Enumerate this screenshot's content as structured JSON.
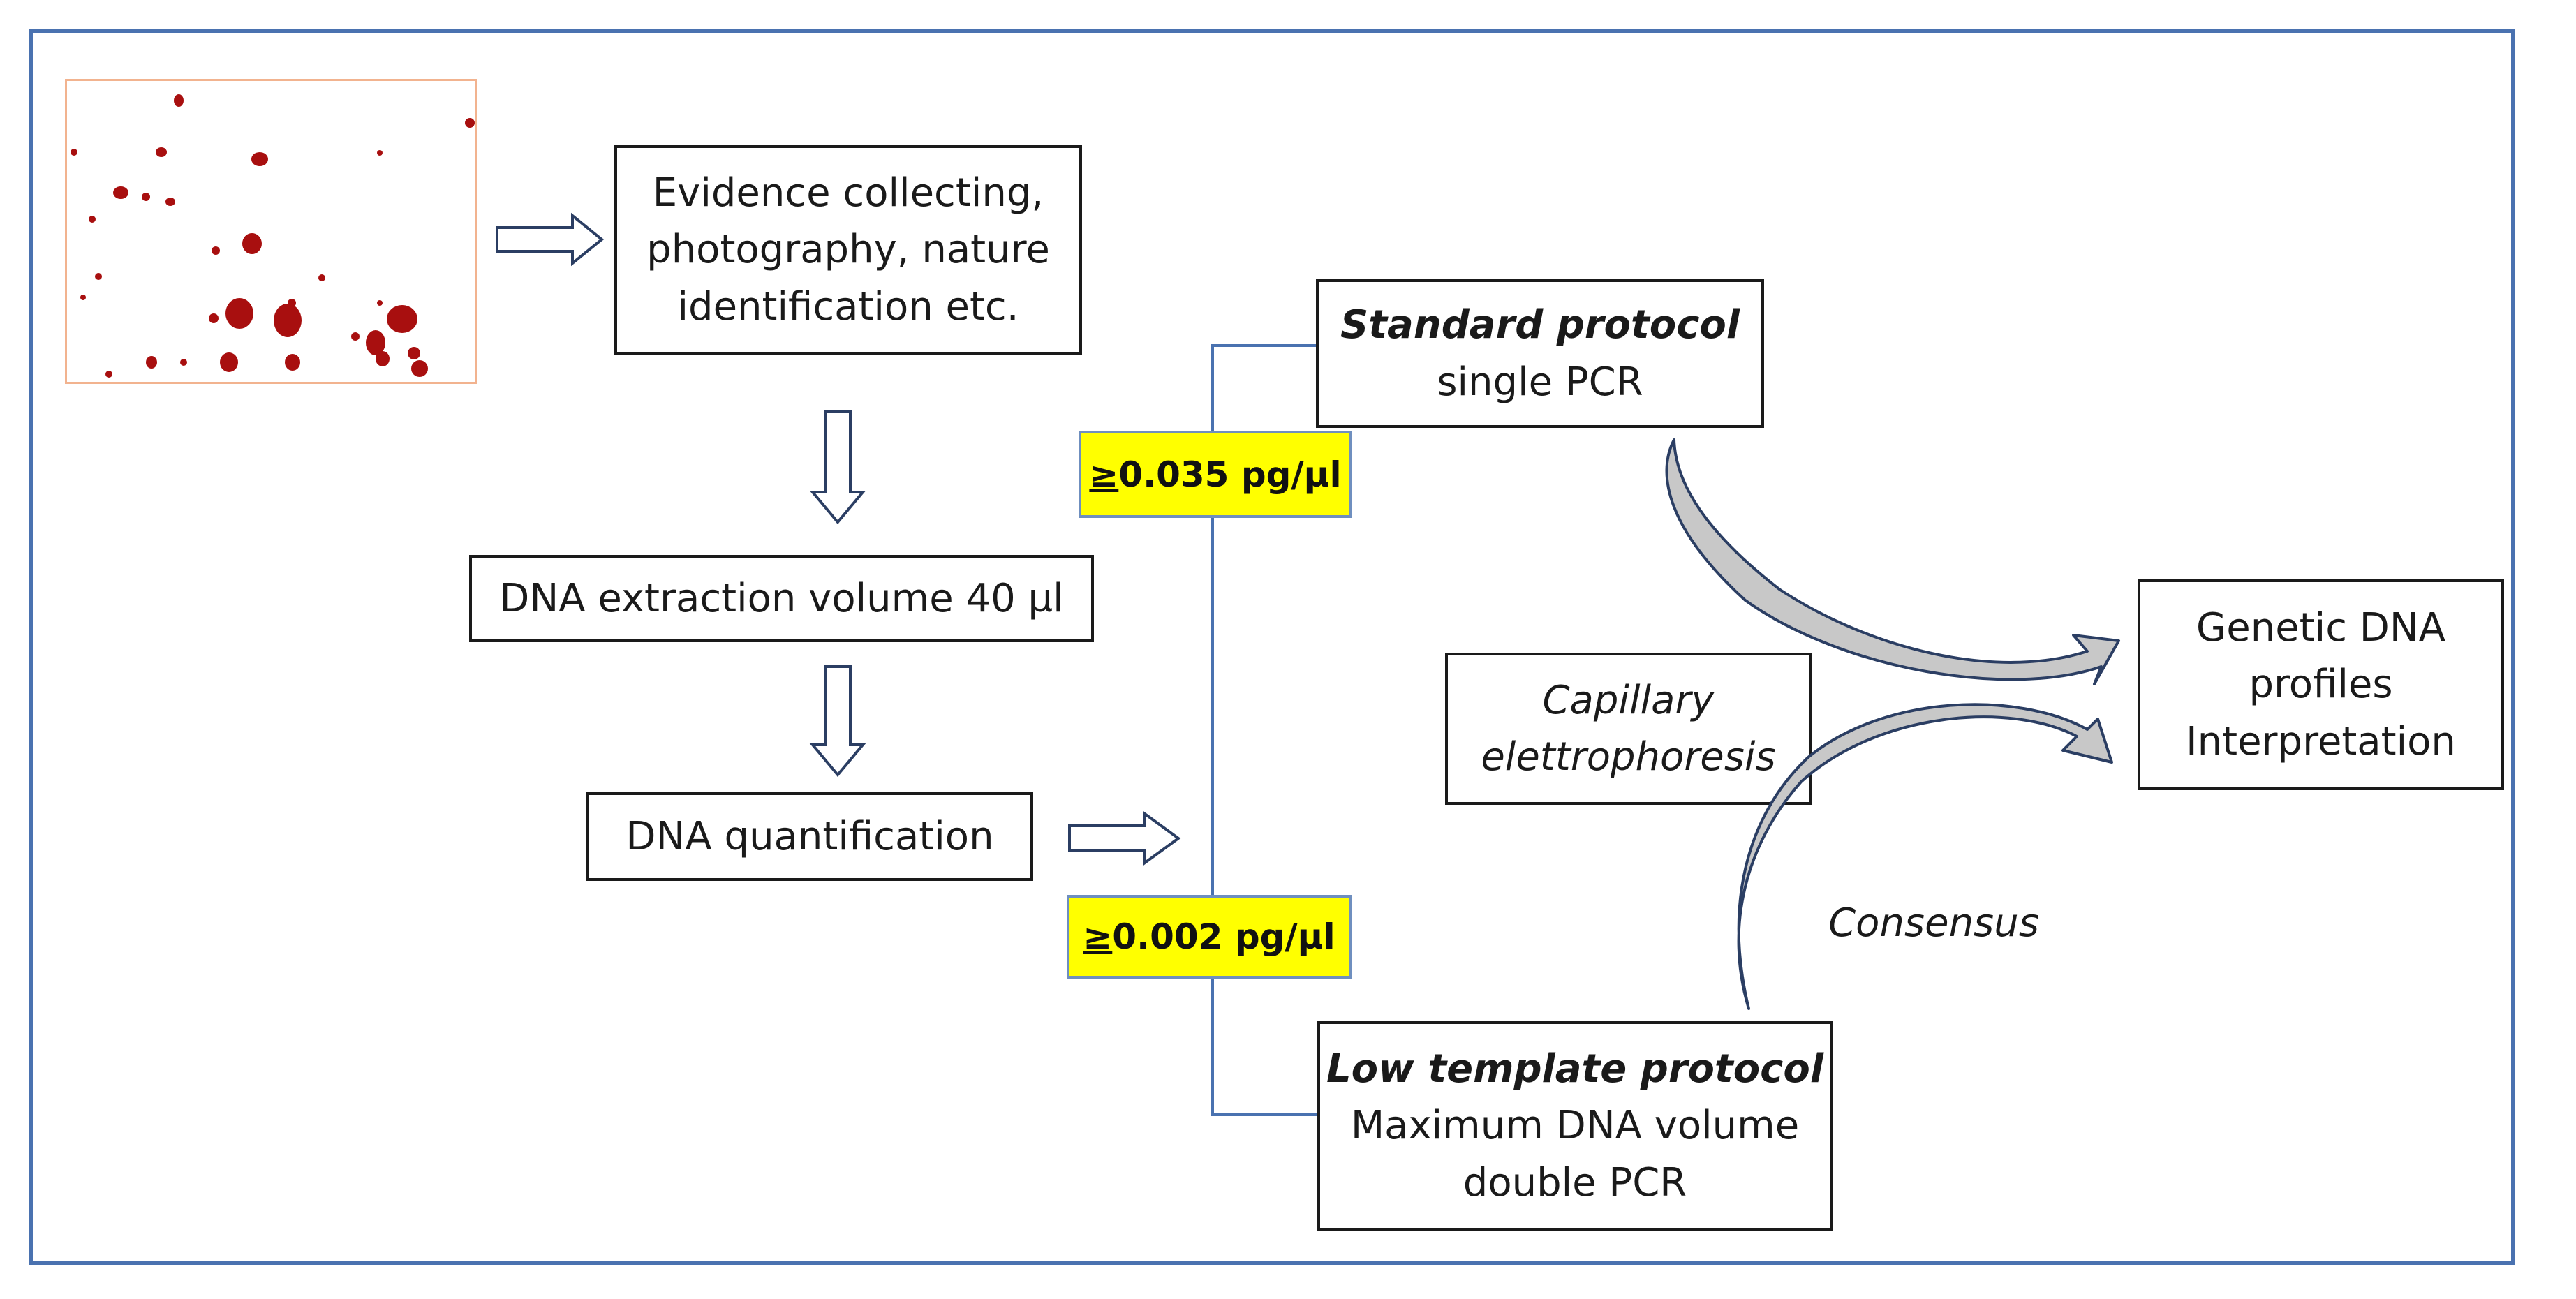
{
  "diagram": {
    "evidence_box": {
      "lines": [
        "Evidence collecting,",
        "photography, nature",
        "identification etc."
      ]
    },
    "extraction_box": {
      "text": "DNA extraction volume 40 µl"
    },
    "quantification_box": {
      "text": "DNA quantification"
    },
    "standard_box": {
      "title": "Standard protocol",
      "subtitle": "single PCR"
    },
    "low_template_box": {
      "title": "Low template protocol",
      "lines": [
        "Maximum DNA volume",
        "double PCR"
      ]
    },
    "threshold_high": {
      "symbol": "≥",
      "value": "0.035 pg/µl"
    },
    "threshold_low": {
      "symbol": "≥",
      "value": "0.002 pg/µl"
    },
    "capillary_box": {
      "lines": [
        "Capillary",
        "elettrophoresis"
      ]
    },
    "genetic_box": {
      "lines": [
        "Genetic DNA",
        "profiles",
        "Interpretation"
      ]
    },
    "consensus_label": "Consensus",
    "colors": {
      "frame": "#4a72b0",
      "connector": "#4a72b0",
      "label_fill": "#ffff00",
      "blood": "#a80f0f",
      "curved_arrow_fill": "#c8c8c8",
      "photo_border": "#f2b38f"
    }
  }
}
